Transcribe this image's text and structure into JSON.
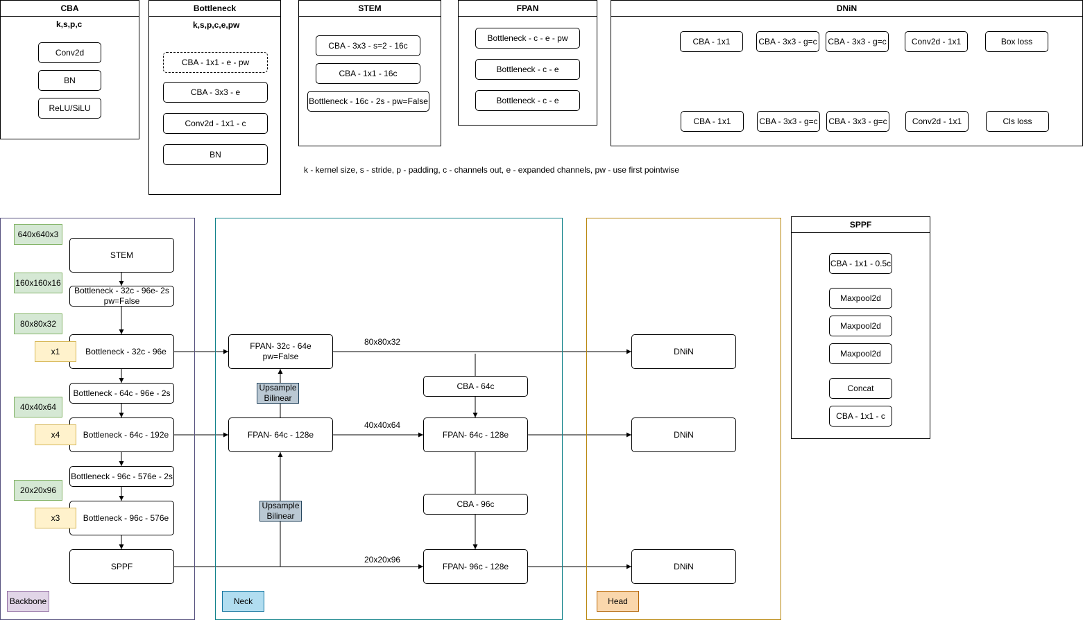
{
  "legend": "k - kernel size, s - stride, p - padding, c - channels out, e - expanded channels, pw - use first pointwise",
  "cba_block": {
    "title": "CBA",
    "signature": "k,s,p,c",
    "steps": [
      "Conv2d",
      "BN",
      "ReLU/SiLU"
    ]
  },
  "bottleneck_block": {
    "title": "Bottleneck",
    "signature": "k,s,p,c,e,pw",
    "steps": [
      "CBA - 1x1 - e - pw",
      "CBA - 3x3 - e",
      "Conv2d - 1x1 - c",
      "BN"
    ]
  },
  "stem_block": {
    "title": "STEM",
    "steps": [
      "CBA - 3x3 - s=2 - 16c",
      "CBA - 1x1 - 16c",
      "Bottleneck - 16c - 2s - pw=False"
    ]
  },
  "fpan_block": {
    "title": "FPAN",
    "steps": [
      "Bottleneck - c - e - pw",
      "Bottleneck - c - e",
      "Bottleneck - c - e"
    ]
  },
  "dnin_block": {
    "title": "DNiN",
    "box_branch": [
      "CBA - 1x1",
      "CBA - 3x3 - g=c",
      "CBA - 3x3 - g=c",
      "Conv2d - 1x1",
      "Box loss"
    ],
    "cls_branch": [
      "CBA - 1x1",
      "CBA - 3x3 - g=c",
      "CBA - 3x3 - g=c",
      "Conv2d - 1x1",
      "Cls loss"
    ]
  },
  "sppf_block": {
    "title": "SPPF",
    "steps": [
      "CBA - 1x1 - 0.5c",
      "Maxpool2d",
      "Maxpool2d",
      "Maxpool2d",
      "Concat",
      "CBA - 1x1 - c"
    ]
  },
  "backbone": {
    "tag": "Backbone",
    "nodes": {
      "stem": "STEM",
      "b1": "Bottleneck - 32c - 96e- 2s\npw=False",
      "b2": "Bottleneck - 32c - 96e",
      "b3": "Bottleneck - 64c - 96e - 2s",
      "b4": "Bottleneck - 64c - 192e",
      "b5": "Bottleneck - 96c - 576e - 2s",
      "b6": "Bottleneck - 96c - 576e",
      "sppf": "SPPF"
    },
    "dims": [
      "640x640x3",
      "160x160x16",
      "80x80x32",
      "40x40x64",
      "20x20x96"
    ],
    "repeats": [
      "x1",
      "x4",
      "x3"
    ]
  },
  "neck": {
    "tag": "Neck",
    "nodes": {
      "fpan_top": "FPAN- 32c - 64e\npw=False",
      "fpan_mid_left": "FPAN- 64c - 128e",
      "fpan_mid_right": "FPAN- 64c - 128e",
      "fpan_bottom": "FPAN- 96c - 128e",
      "cba_64": "CBA - 64c",
      "cba_96": "CBA - 96c",
      "upsample_top": "Upsample\nBilinear",
      "upsample_bottom": "Upsample\nBilinear"
    },
    "edge_labels": [
      "80x80x32",
      "40x40x64",
      "20x20x96"
    ]
  },
  "head": {
    "tag": "Head",
    "nodes": [
      "DNiN",
      "DNiN",
      "DNiN"
    ]
  },
  "colors": {
    "line": "#000000",
    "dim_fill": "#d5e8d4",
    "dim_stroke": "#82b366",
    "repeat_fill": "#fff2cc",
    "repeat_stroke": "#d6b656",
    "upsample_fill": "#bac8d3",
    "upsample_stroke": "#23445d",
    "backbone_stroke": "#56517e",
    "backbone_tag_fill": "#e1d5e7",
    "neck_stroke": "#0e8088",
    "neck_tag_fill": "#b1ddf0",
    "head_stroke": "#b8860b",
    "head_tag_fill": "#fad7ac"
  }
}
